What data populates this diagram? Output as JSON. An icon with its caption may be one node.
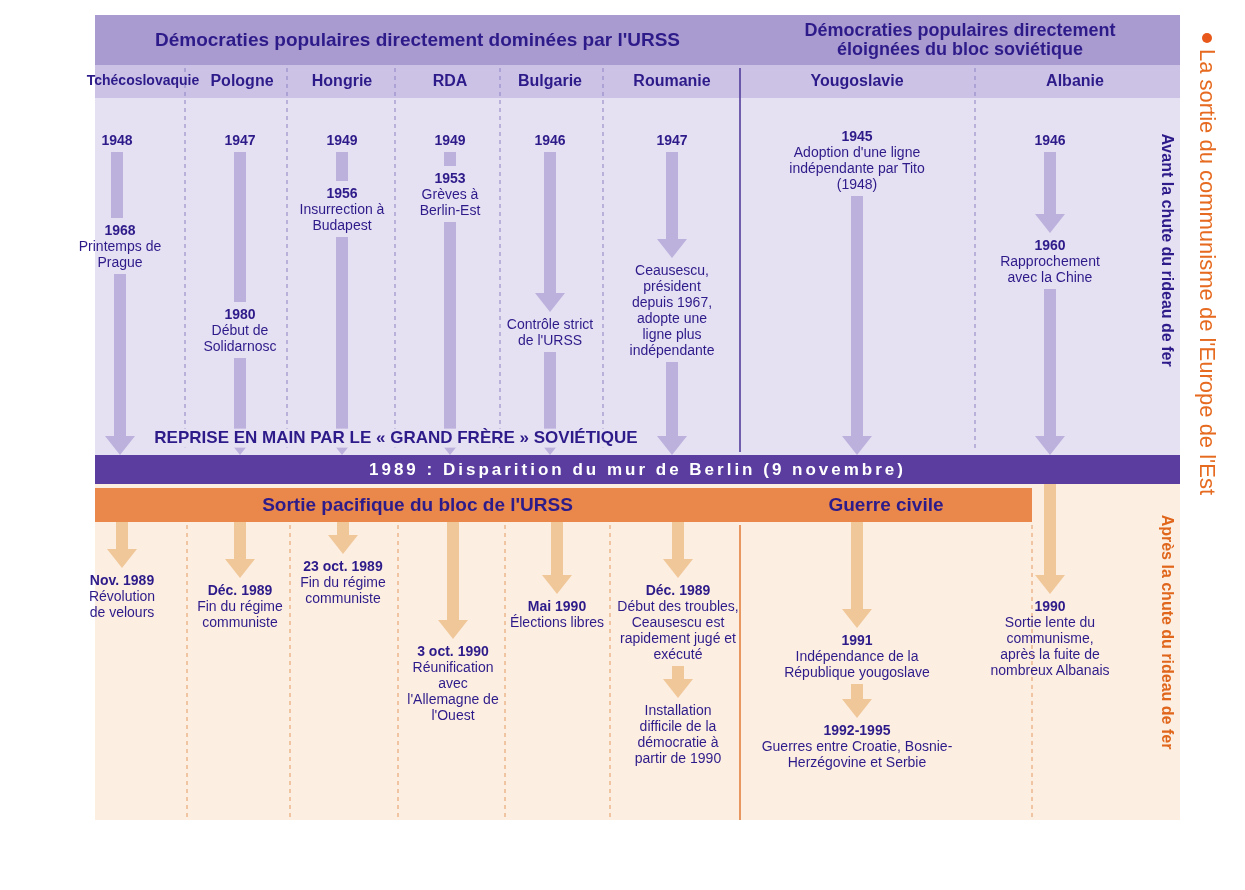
{
  "diagram": {
    "title": "La sortie du communisme de l'Europe de l'Est",
    "nodes": [
      {
        "text": [
          "Démocraties populaires directement dominées par l'URSS"
        ]
      },
      {
        "text": [
          "Démocraties populaires directement éloignées du bloc soviétique"
        ]
      },
      {
        "text": [
          "1948"
        ]
      },
      {
        "text": [
          "1968",
          "Printemps de Prague"
        ]
      },
      {
        "text": [
          "1947"
        ]
      },
      {
        "text": [
          "1980",
          "Début de Solidarnosc"
        ]
      },
      {
        "text": [
          "1949"
        ]
      },
      {
        "text": [
          "1956",
          "Insurrection à Budapest"
        ]
      },
      {
        "text": [
          "1949"
        ]
      },
      {
        "text": [
          "1953",
          "Grèves à Berlin-Est"
        ]
      },
      {
        "text": [
          "1946"
        ]
      },
      {
        "text": [
          "Contrôle strict de l'URSS"
        ]
      },
      {
        "text": [
          "1947"
        ]
      },
      {
        "text": [
          "Ceausescu, président depuis 1967, adopte une ligne plus indépendante"
        ]
      },
      {
        "text": [
          "1945",
          "Adoption d'une ligne indépendante par Tito (1948)"
        ]
      },
      {
        "text": [
          "1946"
        ]
      },
      {
        "text": [
          "1960",
          "Rapprochement avec la Chine"
        ]
      },
      {
        "text": [
          "1989 : Disparition du mur de Berlin (9 novembre)"
        ]
      },
      {
        "text": [
          "Sortie pacifique du bloc de l'URSS"
        ]
      },
      {
        "text": [
          "Guerre civile"
        ]
      },
      {
        "text": [
          "Nov. 1989",
          "Révolution de velours"
        ]
      },
      {
        "text": [
          "Déc. 1989",
          "Fin du régime communiste"
        ]
      },
      {
        "text": [
          "23 oct. 1989",
          "Fin du régime communiste"
        ]
      },
      {
        "text": [
          "3 oct. 1990",
          "Réunification avec l'Allemagne de l'Ouest"
        ]
      },
      {
        "text": [
          "Mai 1990",
          "Élections libres"
        ]
      },
      {
        "text": [
          "Déc. 1989",
          "Début des troubles, Ceausescu est rapidement jugé et exécuté"
        ]
      },
      {
        "text": [
          "Installation difficile de la démocratie à partir de 1990"
        ]
      },
      {
        "text": [
          "1991",
          "Indépendance de la République yougoslave"
        ]
      },
      {
        "text": [
          "1992-1995",
          "Guerres entre Croatie, Bosnie-Herzégovine et Serbie"
        ]
      },
      {
        "text": [
          "1990",
          "Sortie lente du communisme, après la fuite de nombreux Albanais"
        ]
      }
    ],
    "edges": [
      {
        "from": 2,
        "to": 3,
        "arrow": "none"
      },
      {
        "from": 3,
        "to": 17,
        "arrow": "to"
      },
      {
        "from": 4,
        "to": 5,
        "arrow": "none"
      },
      {
        "from": 5,
        "to": 17,
        "arrow": "to"
      },
      {
        "from": 6,
        "to": 7,
        "arrow": "none"
      },
      {
        "from": 7,
        "to": 17,
        "arrow": "to"
      },
      {
        "from": 8,
        "to": 9,
        "arrow": "none"
      },
      {
        "from": 9,
        "to": 17,
        "arrow": "to"
      },
      {
        "from": 10,
        "to": 11,
        "arrow": "to"
      },
      {
        "from": 11,
        "to": 17,
        "arrow": "to"
      },
      {
        "from": 12,
        "to": 13,
        "arrow": "to"
      },
      {
        "from": 13,
        "to": 17,
        "arrow": "to"
      },
      {
        "from": 14,
        "to": 17,
        "arrow": "to"
      },
      {
        "from": 15,
        "to": 16,
        "arrow": "to"
      },
      {
        "from": 16,
        "to": 17,
        "arrow": "to"
      },
      {
        "from": 18,
        "to": 20,
        "arrow": "to",
        "color": "#f0c799"
      },
      {
        "from": 18,
        "to": 21,
        "arrow": "to",
        "color": "#f0c799"
      },
      {
        "from": 18,
        "to": 22,
        "arrow": "to",
        "color": "#f0c799"
      },
      {
        "from": 18,
        "to": 23,
        "arrow": "to",
        "color": "#f0c799"
      },
      {
        "from": 18,
        "to": 24,
        "arrow": "to",
        "color": "#f0c799"
      },
      {
        "from": 18,
        "to": 25,
        "arrow": "to",
        "color": "#f0c799"
      },
      {
        "from": 25,
        "to": 26,
        "arrow": "to",
        "color": "#f0c799"
      },
      {
        "from": 19,
        "to": 27,
        "arrow": "to",
        "color": "#f0c799"
      },
      {
        "from": 27,
        "to": 28,
        "arrow": "to",
        "color": "#f0c799"
      },
      {
        "from": 17,
        "to": 29,
        "arrow": "to",
        "color": "#f0c799"
      }
    ],
    "labels": [
      "Tchécoslovaquie",
      "Pologne",
      "Hongrie",
      "RDA",
      "Bulgarie",
      "Roumanie",
      "Yougoslavie",
      "Albanie",
      "REPRISE EN MAIN PAR LE « GRAND FRÈRE » SOVIÉTIQUE",
      "Avant la chute du rideau de fer",
      "Après la chute du rideau de fer"
    ]
  }
}
